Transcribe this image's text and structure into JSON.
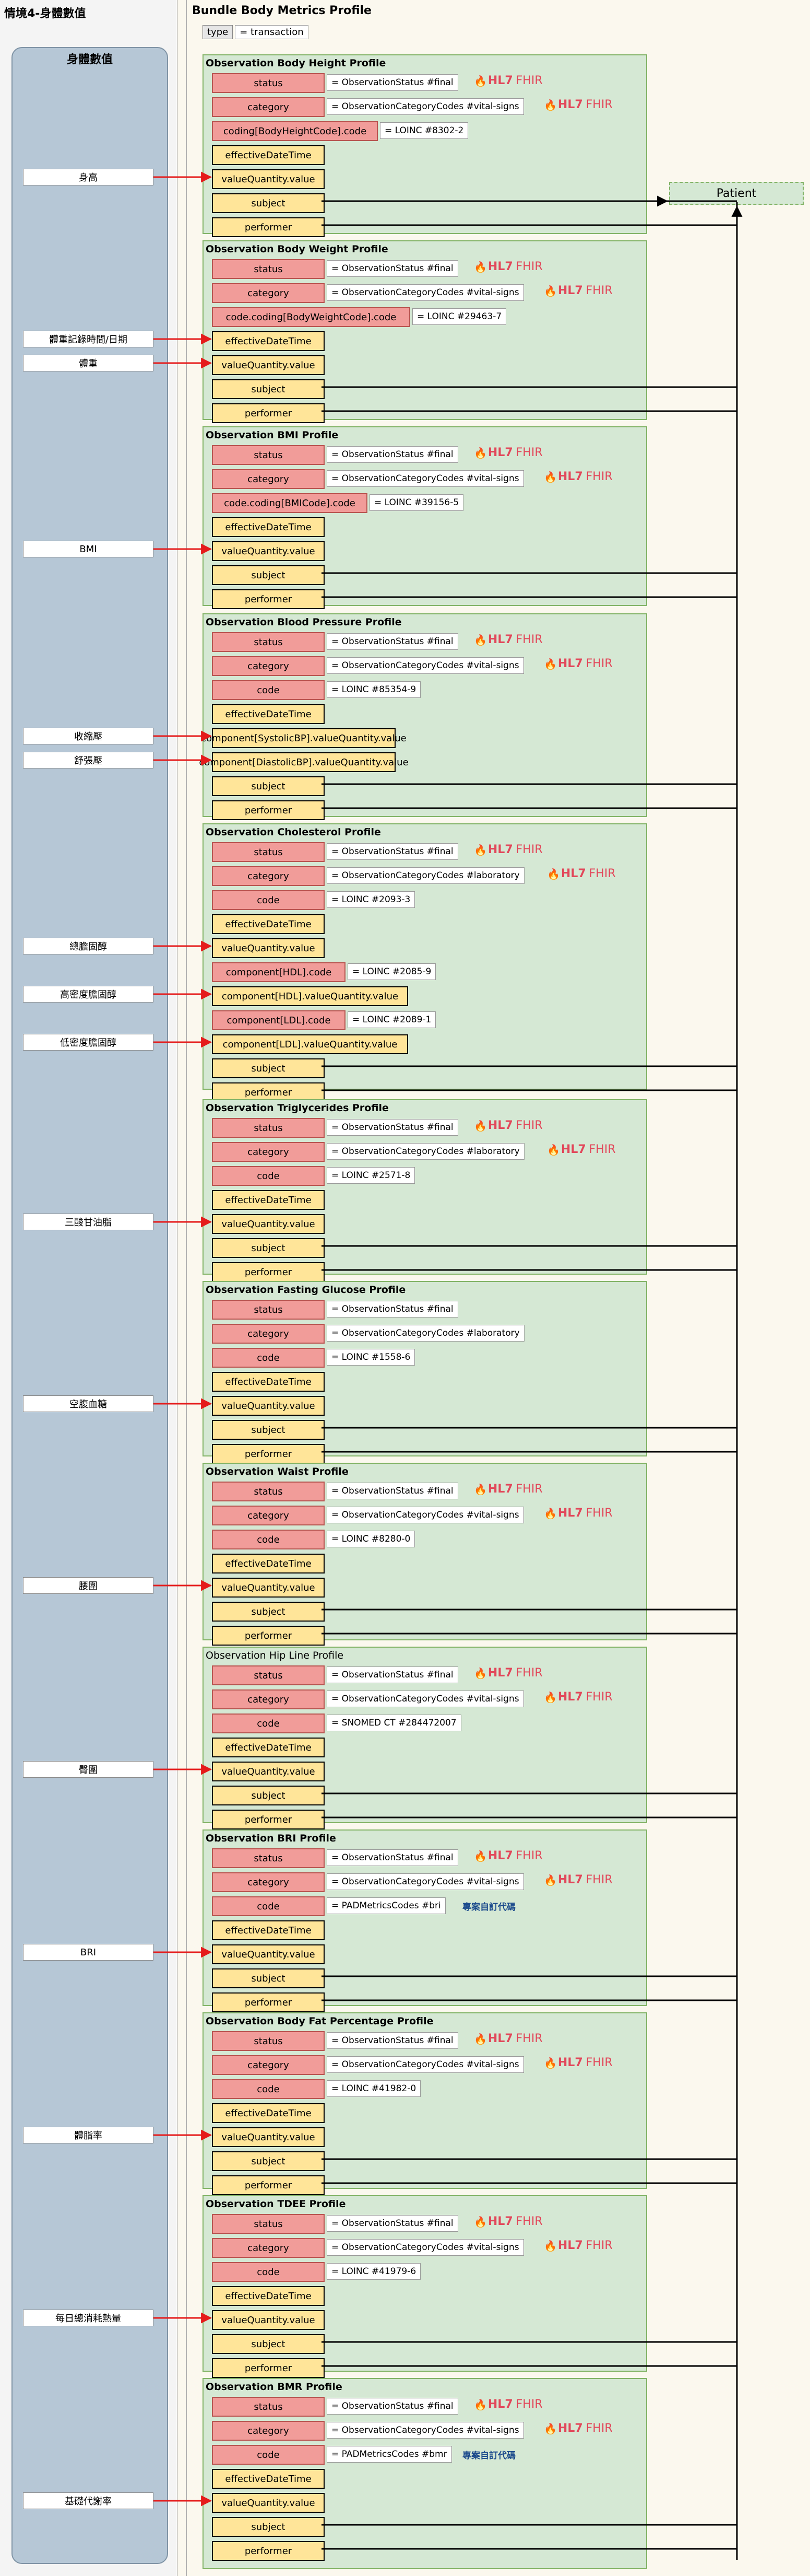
{
  "left_title": "情境4-身體數值",
  "left_pool_title": "身體數值",
  "bundle_title": "Bundle Body Metrics Profile",
  "bundle_type_key": "type",
  "bundle_type_value": "= transaction",
  "patient_label": "Patient",
  "fhir_logo": {
    "hl7": "HL7",
    "fhir": "FHIR",
    "icon": "flame-icon"
  },
  "colors": {
    "red_fill": "#f19c99",
    "yellow_fill": "#ffe599",
    "profile_fill": "#d5e8d4",
    "arrow_red": "#e51b1b",
    "pool_fill": "#b6c7d6"
  },
  "profiles": [
    {
      "title": "Observation Body Height Profile",
      "bold": true,
      "fields": [
        {
          "label": "status",
          "style": "red",
          "value": "= ObservationStatus #final",
          "logo": true
        },
        {
          "label": "category",
          "style": "red",
          "value": "= ObservationCategoryCodes #vital-signs",
          "logo": true
        },
        {
          "label": "coding[BodyHeightCode].code",
          "style": "red",
          "value": "= LOINC #8302-2"
        },
        {
          "label": "effectiveDateTime",
          "style": "yellow"
        },
        {
          "label": "valueQuantity.value",
          "style": "yellow",
          "source": "身高"
        },
        {
          "label": "subject",
          "style": "yellow"
        },
        {
          "label": "performer",
          "style": "yellow"
        }
      ]
    },
    {
      "title": "Observation Body Weight Profile",
      "bold": true,
      "fields": [
        {
          "label": "status",
          "style": "red",
          "value": "= ObservationStatus #final",
          "logo": true
        },
        {
          "label": "category",
          "style": "red",
          "value": "= ObservationCategoryCodes #vital-signs",
          "logo": true
        },
        {
          "label": "code.coding[BodyWeightCode].code",
          "style": "red",
          "value": "= LOINC #29463-7"
        },
        {
          "label": "effectiveDateTime",
          "style": "yellow",
          "source": "體重記錄時間/日期"
        },
        {
          "label": "valueQuantity.value",
          "style": "yellow",
          "source": "體重"
        },
        {
          "label": "subject",
          "style": "yellow"
        },
        {
          "label": "performer",
          "style": "yellow"
        }
      ]
    },
    {
      "title": "Observation BMI Profile",
      "bold": true,
      "fields": [
        {
          "label": "status",
          "style": "red",
          "value": "= ObservationStatus #final",
          "logo": true
        },
        {
          "label": "category",
          "style": "red",
          "value": "= ObservationCategoryCodes #vital-signs",
          "logo": true
        },
        {
          "label": "code.coding[BMICode].code",
          "style": "red",
          "value": "= LOINC #39156-5"
        },
        {
          "label": "effectiveDateTime",
          "style": "yellow"
        },
        {
          "label": "valueQuantity.value",
          "style": "yellow",
          "source": "BMI"
        },
        {
          "label": "subject",
          "style": "yellow"
        },
        {
          "label": "performer",
          "style": "yellow"
        }
      ]
    },
    {
      "title": "Observation Blood Pressure Profile",
      "bold": true,
      "fields": [
        {
          "label": "status",
          "style": "red",
          "value": "= ObservationStatus #final",
          "logo": true
        },
        {
          "label": "category",
          "style": "red",
          "value": "= ObservationCategoryCodes #vital-signs",
          "logo": true
        },
        {
          "label": "code",
          "style": "red",
          "value": "= LOINC #85354-9"
        },
        {
          "label": "effectiveDateTime",
          "style": "yellow"
        },
        {
          "label": "component[SystolicBP].valueQuantity.value",
          "style": "yellow",
          "source": "收縮壓"
        },
        {
          "label": "component[DiastolicBP].valueQuantity.value",
          "style": "yellow",
          "source": "舒張壓"
        },
        {
          "label": "subject",
          "style": "yellow"
        },
        {
          "label": "performer",
          "style": "yellow"
        }
      ]
    },
    {
      "title": "Observation Cholesterol Profile",
      "bold": true,
      "fields": [
        {
          "label": "status",
          "style": "red",
          "value": "= ObservationStatus #final",
          "logo": true
        },
        {
          "label": "category",
          "style": "red",
          "value": "= ObservationCategoryCodes #laboratory",
          "logo": true
        },
        {
          "label": "code",
          "style": "red",
          "value": "= LOINC #2093-3"
        },
        {
          "label": "effectiveDateTime",
          "style": "yellow"
        },
        {
          "label": "valueQuantity.value",
          "style": "yellow",
          "source": "總膽固醇"
        },
        {
          "label": "component[HDL].code",
          "style": "red",
          "value": "= LOINC #2085-9"
        },
        {
          "label": "component[HDL].valueQuantity.value",
          "style": "yellow",
          "source": "高密度膽固醇"
        },
        {
          "label": "component[LDL].code",
          "style": "red",
          "value": "= LOINC #2089-1"
        },
        {
          "label": "component[LDL].valueQuantity.value",
          "style": "yellow",
          "source": "低密度膽固醇"
        },
        {
          "label": "subject",
          "style": "yellow"
        },
        {
          "label": "performer",
          "style": "yellow"
        }
      ]
    },
    {
      "title": "Observation Triglycerides Profile",
      "bold": true,
      "fields": [
        {
          "label": "status",
          "style": "red",
          "value": "= ObservationStatus #final",
          "logo": true
        },
        {
          "label": "category",
          "style": "red",
          "value": "= ObservationCategoryCodes #laboratory",
          "logo": true
        },
        {
          "label": "code",
          "style": "red",
          "value": "= LOINC #2571-8"
        },
        {
          "label": "effectiveDateTime",
          "style": "yellow"
        },
        {
          "label": "valueQuantity.value",
          "style": "yellow",
          "source": "三酸甘油脂"
        },
        {
          "label": "subject",
          "style": "yellow"
        },
        {
          "label": "performer",
          "style": "yellow"
        }
      ]
    },
    {
      "title": "Observation Fasting Glucose Profile",
      "bold": true,
      "fields": [
        {
          "label": "status",
          "style": "red",
          "value": "= ObservationStatus #final"
        },
        {
          "label": "category",
          "style": "red",
          "value": "= ObservationCategoryCodes #laboratory"
        },
        {
          "label": "code",
          "style": "red",
          "value": "= LOINC #1558-6"
        },
        {
          "label": "effectiveDateTime",
          "style": "yellow"
        },
        {
          "label": "valueQuantity.value",
          "style": "yellow",
          "source": "空腹血糖"
        },
        {
          "label": "subject",
          "style": "yellow"
        },
        {
          "label": "performer",
          "style": "yellow"
        }
      ]
    },
    {
      "title": "Observation Waist Profile",
      "bold": true,
      "fields": [
        {
          "label": "status",
          "style": "red",
          "value": "= ObservationStatus #final",
          "logo": true
        },
        {
          "label": "category",
          "style": "red",
          "value": "= ObservationCategoryCodes #vital-signs",
          "logo": true
        },
        {
          "label": "code",
          "style": "red",
          "value": "= LOINC #8280-0"
        },
        {
          "label": "effectiveDateTime",
          "style": "yellow"
        },
        {
          "label": "valueQuantity.value",
          "style": "yellow",
          "source": "腰圍"
        },
        {
          "label": "subject",
          "style": "yellow"
        },
        {
          "label": "performer",
          "style": "yellow"
        }
      ]
    },
    {
      "title": "Observation Hip Line Profile",
      "bold": false,
      "fields": [
        {
          "label": "status",
          "style": "red",
          "value": "= ObservationStatus #final",
          "logo": true
        },
        {
          "label": "category",
          "style": "red",
          "value": "= ObservationCategoryCodes #vital-signs",
          "logo": true
        },
        {
          "label": "code",
          "style": "red",
          "value": "= SNOMED CT #284472007"
        },
        {
          "label": "effectiveDateTime",
          "style": "yellow"
        },
        {
          "label": "valueQuantity.value",
          "style": "yellow",
          "source": "臀圍"
        },
        {
          "label": "subject",
          "style": "yellow"
        },
        {
          "label": "performer",
          "style": "yellow"
        }
      ]
    },
    {
      "title": "Observation BRI Profile",
      "bold": true,
      "fields": [
        {
          "label": "status",
          "style": "red",
          "value": "= ObservationStatus #final",
          "logo": true
        },
        {
          "label": "category",
          "style": "red",
          "value": "= ObservationCategoryCodes #vital-signs",
          "logo": true
        },
        {
          "label": "code",
          "style": "red",
          "value": "= PADMetricsCodes #bri",
          "note": "專案自訂代碼"
        },
        {
          "label": "effectiveDateTime",
          "style": "yellow"
        },
        {
          "label": "valueQuantity.value",
          "style": "yellow",
          "source": "BRI"
        },
        {
          "label": "subject",
          "style": "yellow"
        },
        {
          "label": "performer",
          "style": "yellow"
        }
      ]
    },
    {
      "title": "Observation Body Fat Percentage Profile",
      "bold": true,
      "fields": [
        {
          "label": "status",
          "style": "red",
          "value": "= ObservationStatus #final",
          "logo": true
        },
        {
          "label": "category",
          "style": "red",
          "value": "= ObservationCategoryCodes #vital-signs",
          "logo": true
        },
        {
          "label": "code",
          "style": "red",
          "value": "= LOINC #41982-0"
        },
        {
          "label": "effectiveDateTime",
          "style": "yellow"
        },
        {
          "label": "valueQuantity.value",
          "style": "yellow",
          "source": "體脂率"
        },
        {
          "label": "subject",
          "style": "yellow"
        },
        {
          "label": "performer",
          "style": "yellow"
        }
      ]
    },
    {
      "title": "Observation TDEE Profile",
      "bold": true,
      "fields": [
        {
          "label": "status",
          "style": "red",
          "value": "= ObservationStatus #final",
          "logo": true
        },
        {
          "label": "category",
          "style": "red",
          "value": "= ObservationCategoryCodes #vital-signs",
          "logo": true
        },
        {
          "label": "code",
          "style": "red",
          "value": "= LOINC #41979-6"
        },
        {
          "label": "effectiveDateTime",
          "style": "yellow"
        },
        {
          "label": "valueQuantity.value",
          "style": "yellow",
          "source": "每日總消耗熱量"
        },
        {
          "label": "subject",
          "style": "yellow"
        },
        {
          "label": "performer",
          "style": "yellow"
        }
      ]
    },
    {
      "title": "Observation BMR Profile",
      "bold": true,
      "fields": [
        {
          "label": "status",
          "style": "red",
          "value": "= ObservationStatus #final",
          "logo": true
        },
        {
          "label": "category",
          "style": "red",
          "value": "= ObservationCategoryCodes #vital-signs",
          "logo": true
        },
        {
          "label": "code",
          "style": "red",
          "value": "= PADMetricsCodes #bmr",
          "note": "專案自訂代碼"
        },
        {
          "label": "effectiveDateTime",
          "style": "yellow"
        },
        {
          "label": "valueQuantity.value",
          "style": "yellow",
          "source": "基礎代謝率"
        },
        {
          "label": "subject",
          "style": "yellow"
        },
        {
          "label": "performer",
          "style": "yellow"
        }
      ]
    }
  ]
}
